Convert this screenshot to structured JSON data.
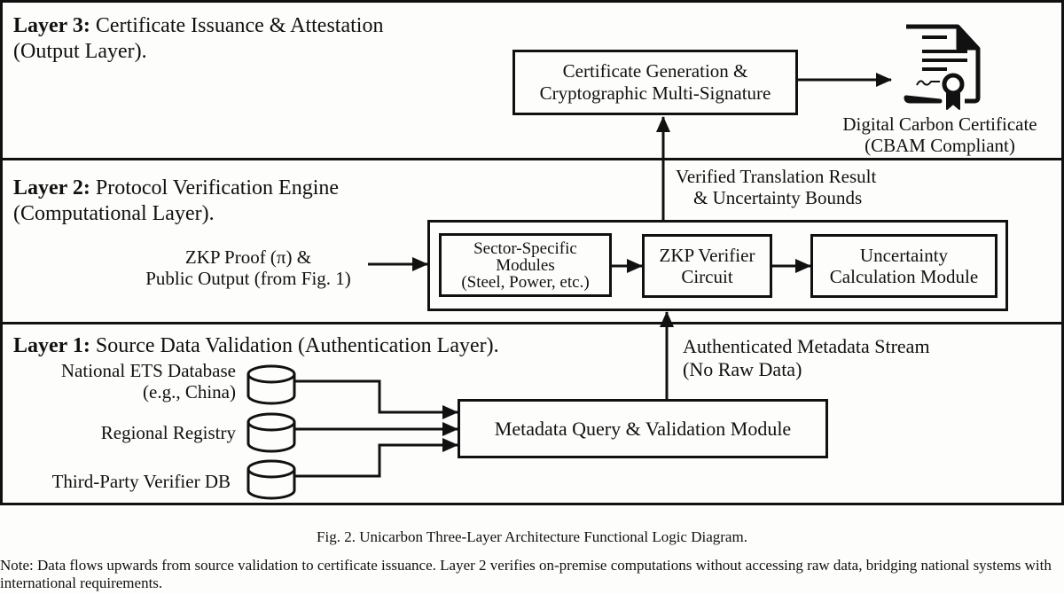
{
  "layers": {
    "layer3": {
      "label": "Layer 3:",
      "title_line1": " Certificate Issuance & Attestation",
      "title_line2": "(Output Layer).",
      "cert_box": {
        "line1": "Certificate Generation &",
        "line2": "Cryptographic Multi-Signature"
      },
      "certificate": {
        "icon": "certificate-icon",
        "line1": "Digital Carbon Certificate",
        "line2": "(CBAM Compliant)"
      }
    },
    "layer2": {
      "label": "Layer 2:",
      "title_line1": " Protocol Verification Engine",
      "title_line2": "(Computational Layer).",
      "input_label": {
        "line1": "ZKP Proof (π) &",
        "line2": "Public Output (from Fig. 1)"
      },
      "output_label": {
        "line1": "Verified Translation Result",
        "line2": "& Uncertainty Bounds"
      },
      "modules": [
        {
          "line1": "Sector-Specific",
          "line2": "Modules",
          "line3": "(Steel, Power, etc.)"
        },
        {
          "line1": "ZKP Verifier",
          "line2": "Circuit"
        },
        {
          "line1": "Uncertainty",
          "line2": "Calculation Module"
        }
      ]
    },
    "layer1": {
      "label": "Layer 1:",
      "title_line1": " Source Data Validation (Authentication Layer).",
      "sources": [
        {
          "line1": "National ETS Database",
          "line2": "(e.g., China)",
          "icon": "database-icon"
        },
        {
          "line1": "Regional Registry",
          "icon": "database-icon"
        },
        {
          "line1": "Third-Party Verifier DB",
          "icon": "database-icon"
        }
      ],
      "validation_module": "Metadata Query & Validation Module",
      "output_label": {
        "line1": "Authenticated Metadata Stream",
        "line2": "(No Raw Data)"
      }
    }
  },
  "caption": "Fig. 2.  Unicarbon Three-Layer Architecture Functional Logic Diagram.",
  "note": "Note: Data flows upwards from source validation to certificate issuance. Layer 2 verifies on-premise computations without accessing raw data, bridging national systems with international requirements."
}
